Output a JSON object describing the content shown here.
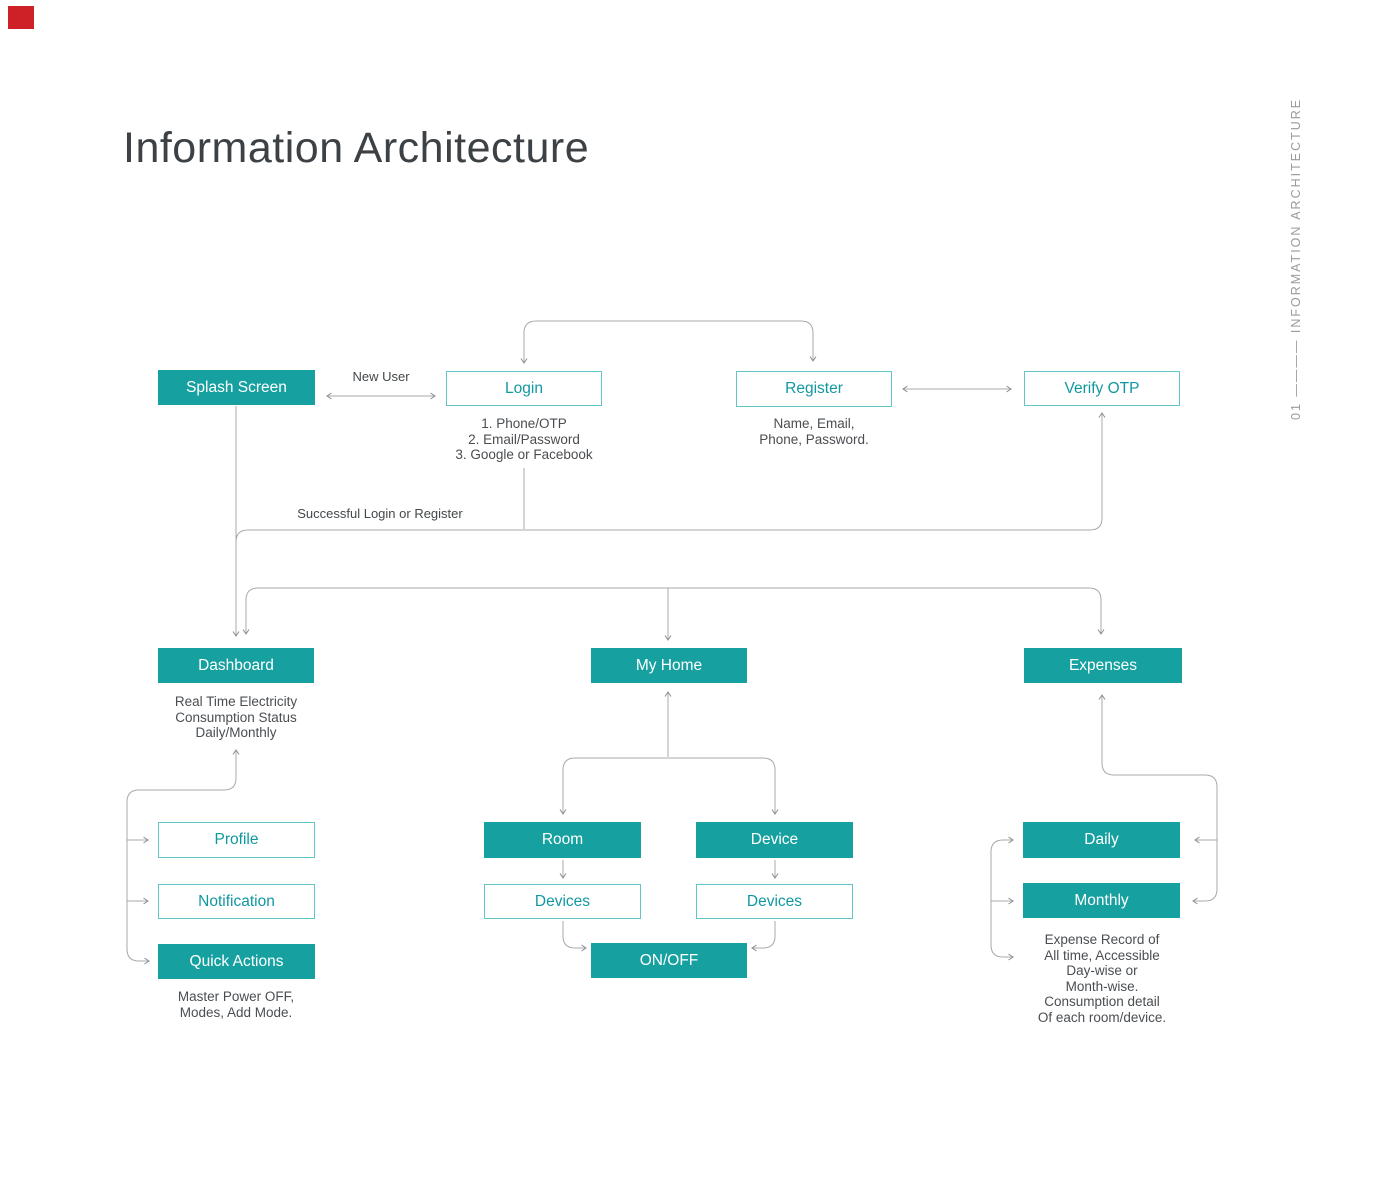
{
  "title": "Information Architecture",
  "side_label": "01 ———— INFORMATION ARCHITECTURE",
  "colors": {
    "teal_fill": "#16a0a0",
    "teal_border": "#62c5c8",
    "teal_text": "#1098a0",
    "connector_line": "#a6a9ab",
    "red_mark": "#ce2127",
    "title_text": "#3c4145"
  },
  "edge_labels": {
    "new_user": "New User",
    "successful": "Successful Login or Register"
  },
  "nodes": {
    "splash_screen": {
      "label": "Splash Screen"
    },
    "login": {
      "label": "Login",
      "note": "1. Phone/OTP\n2. Email/Password\n3. Google or Facebook"
    },
    "register": {
      "label": "Register",
      "note": "Name, Email,\nPhone, Password."
    },
    "verify_otp": {
      "label": "Verify OTP"
    },
    "dashboard": {
      "label": "Dashboard",
      "note": "Real Time Electricity\nConsumption Status\nDaily/Monthly"
    },
    "my_home": {
      "label": "My Home"
    },
    "expenses": {
      "label": "Expenses"
    },
    "profile": {
      "label": "Profile"
    },
    "notification": {
      "label": "Notification"
    },
    "quick_actions": {
      "label": "Quick Actions",
      "note": "Master Power OFF,\nModes, Add Mode."
    },
    "room": {
      "label": "Room"
    },
    "device": {
      "label": "Device"
    },
    "room_devices": {
      "label": "Devices"
    },
    "device_devices": {
      "label": "Devices"
    },
    "on_off": {
      "label": "ON/OFF"
    },
    "daily": {
      "label": "Daily"
    },
    "monthly": {
      "label": "Monthly",
      "note": "Expense Record of\nAll time, Accessible\nDay-wise or\nMonth-wise.\nConsumption detail\nOf each room/device."
    }
  }
}
